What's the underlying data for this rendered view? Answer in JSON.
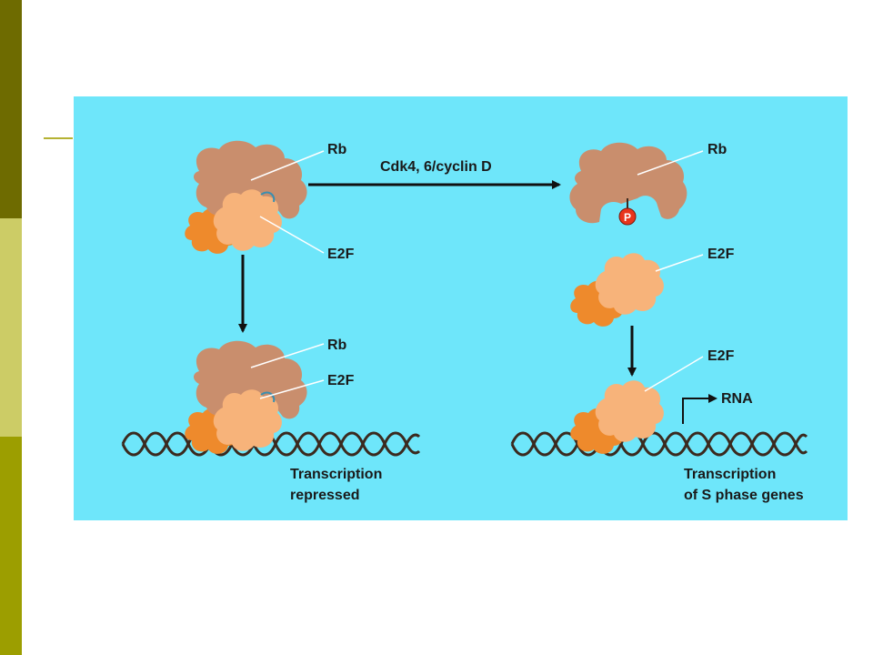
{
  "slide": {
    "accent_colors": {
      "band_top": "#6e6b00",
      "band_mid": "#cccc66",
      "band_bot": "#9c9e00",
      "rule": "#b5b233"
    }
  },
  "figure": {
    "background": "#6ee6fa",
    "colors": {
      "rb": "#c98e6d",
      "e2f": "#f7b37a",
      "partner": "#ee8a2c",
      "phosphate": "#e8341c",
      "dna": "#3b2a1f"
    },
    "labels": {
      "rb_top_left": "Rb",
      "e2f_top_left": "E2F",
      "arrow_top": "Cdk4, 6/cyclin D",
      "rb_top_right": "Rb",
      "phosphate": "P",
      "e2f_mid_right": "E2F",
      "rb_bottom_left": "Rb",
      "e2f_bottom_left": "E2F",
      "e2f_bottom_right": "E2F",
      "rna": "RNA",
      "caption_left_1": "Transcription",
      "caption_left_2": "repressed",
      "caption_right_1": "Transcription",
      "caption_right_2": "of S phase genes"
    }
  }
}
